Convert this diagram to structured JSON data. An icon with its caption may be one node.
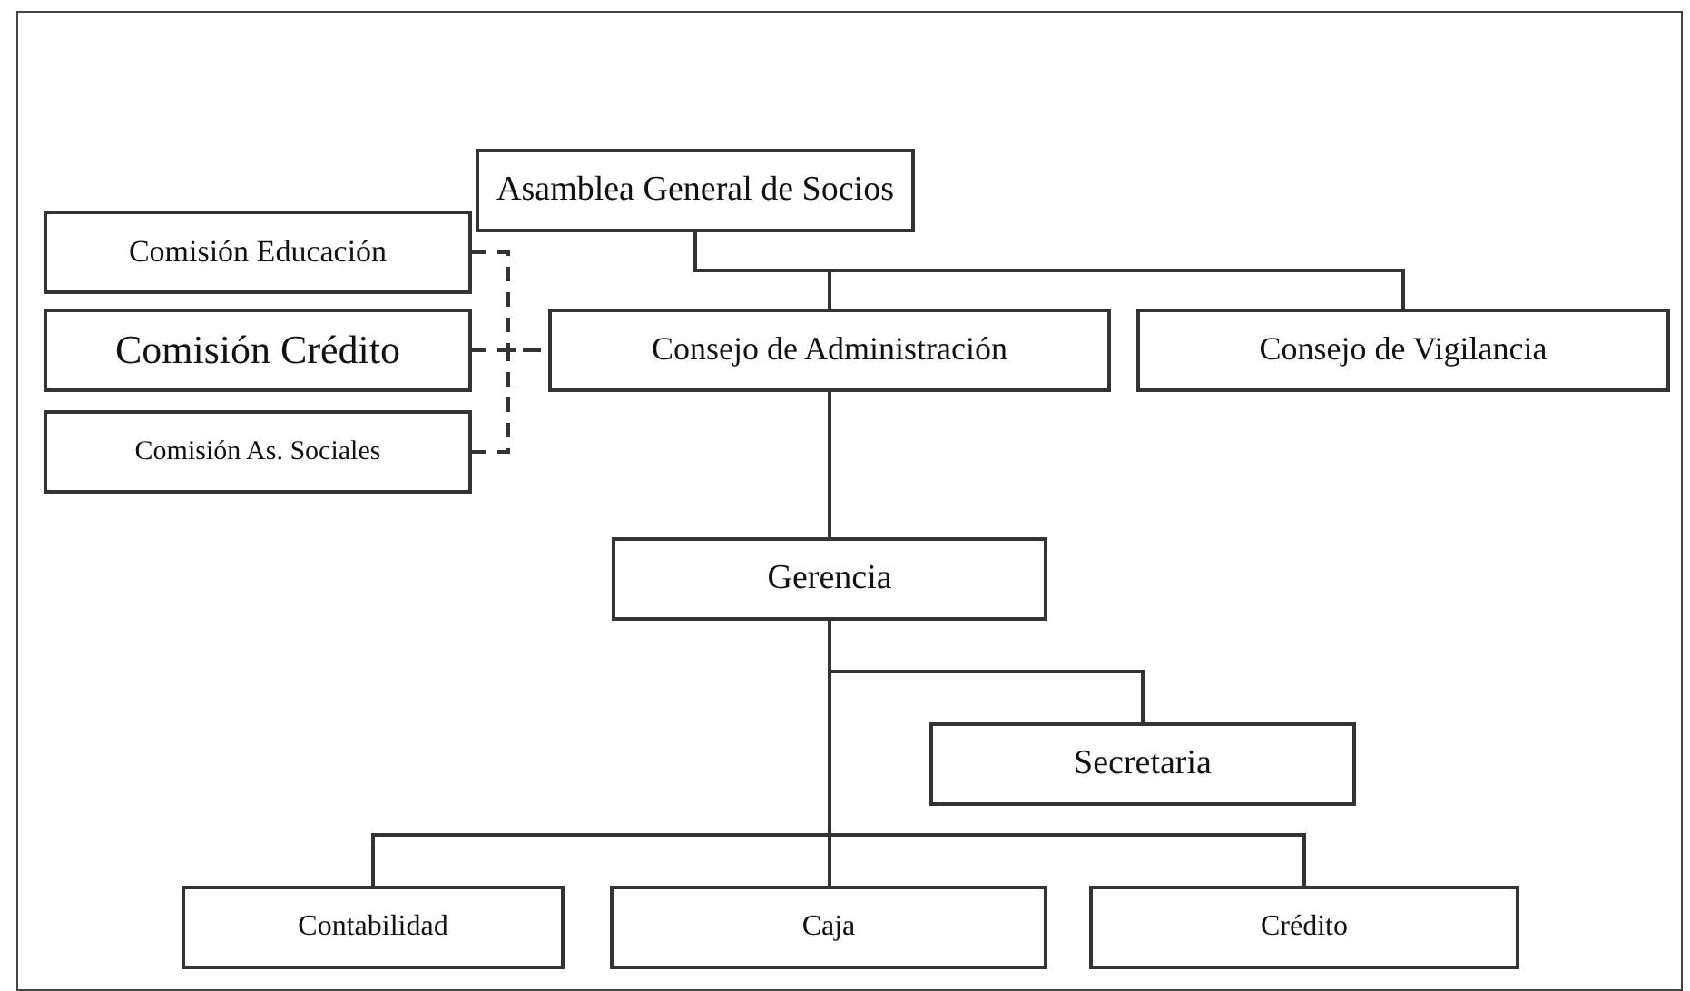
{
  "diagram": {
    "nodes": [
      {
        "text": [
          "Asamblea General de Socios"
        ]
      },
      {
        "text": [
          "Comisión Educación"
        ]
      },
      {
        "text": [
          "Comisión Crédito"
        ]
      },
      {
        "text": [
          "Comisión As. Sociales"
        ]
      },
      {
        "text": [
          "Consejo de Administración"
        ]
      },
      {
        "text": [
          "Consejo de Vigilancia"
        ]
      },
      {
        "text": [
          "Gerencia"
        ]
      },
      {
        "text": [
          "Secretaria"
        ]
      },
      {
        "text": [
          "Contabilidad"
        ]
      },
      {
        "text": [
          "Caja"
        ]
      },
      {
        "text": [
          "Crédito"
        ]
      }
    ],
    "edges": [
      {
        "from": 0,
        "to": 4,
        "arrow": "none"
      },
      {
        "from": 0,
        "to": 5,
        "arrow": "none"
      },
      {
        "from": 1,
        "to": 4,
        "arrow": "none",
        "style": "dashed"
      },
      {
        "from": 2,
        "to": 4,
        "arrow": "none",
        "style": "dashed"
      },
      {
        "from": 3,
        "to": 4,
        "arrow": "none",
        "style": "dashed"
      },
      {
        "from": 4,
        "to": 6,
        "arrow": "none"
      },
      {
        "from": 6,
        "to": 7,
        "arrow": "none"
      },
      {
        "from": 6,
        "to": 8,
        "arrow": "none"
      },
      {
        "from": 6,
        "to": 9,
        "arrow": "none"
      },
      {
        "from": 6,
        "to": 10,
        "arrow": "none"
      }
    ]
  }
}
